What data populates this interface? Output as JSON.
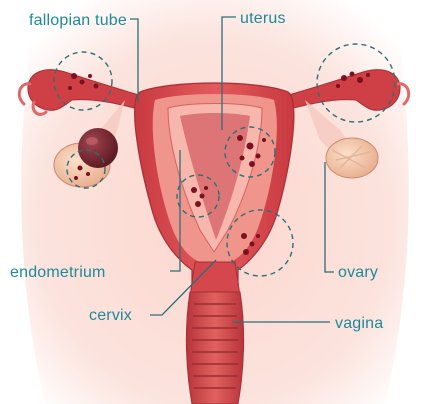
{
  "labels": {
    "fallopian_tube": "fallopian tube",
    "uterus": "uterus",
    "endometrium": "endometrium",
    "ovary": "ovary",
    "cervix": "cervix",
    "vagina": "vagina"
  },
  "colors": {
    "label_text": "#1d8a9b",
    "leader_line": "#2b6f79",
    "lesion_circle": "#2b6f79",
    "background_glow": "#f9cdc6",
    "uterus_wall": "#d9444a",
    "uterus_inner": "#f3a39a",
    "lesion": "#7a1020",
    "ovary": "#f2c3a0"
  },
  "icons": {
    "lesion_marker": "dashed-circle"
  }
}
